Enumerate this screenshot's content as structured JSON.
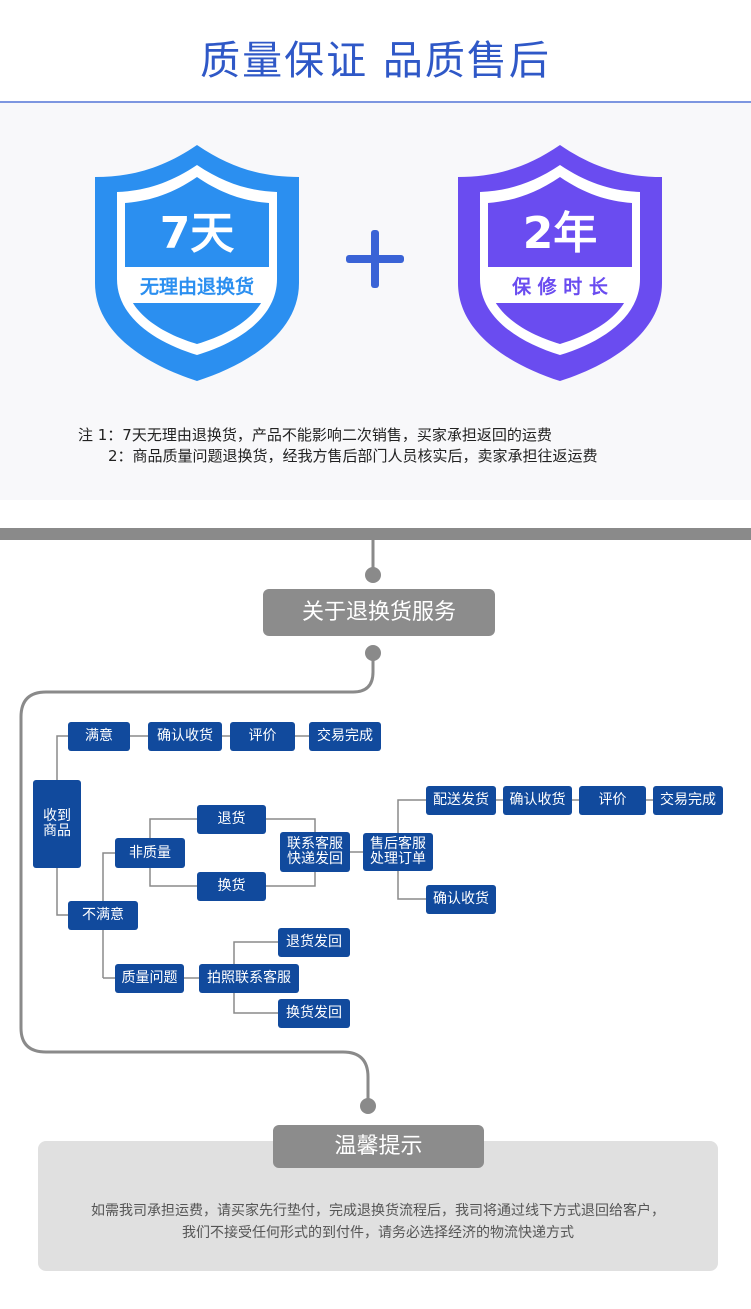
{
  "header": {
    "title": "质量保证  品质售后"
  },
  "guarantee": {
    "left_shield": {
      "big": "7天",
      "small": "无理由退换货",
      "color": "#2b8ff0"
    },
    "right_shield": {
      "big": "2年",
      "small": "保 修 时 长",
      "color": "#6a4cf0"
    },
    "plus_color": "#3a63d6"
  },
  "notes": {
    "line1": "注  1：7天无理由退换货，产品不能影响二次销售，买家承担返回的运费",
    "line2": "2：商品质量问题退换货，经我方售后部门人员核实后，卖家承担往返运费"
  },
  "process": {
    "section_title": "关于退换货服务",
    "received": "收到\n商品",
    "satisfied": "满意",
    "sat_confirm": "确认收货",
    "sat_review": "评价",
    "sat_done": "交易完成",
    "unsatisfied": "不满意",
    "non_quality": "非质量",
    "return": "退货",
    "exchange": "换货",
    "contact_ship": "联系客服\n快递发回",
    "after_sales": "售后客服\n处理订单",
    "deliver": "配送发货",
    "deliver_confirm": "确认收货",
    "deliver_review": "评价",
    "deliver_done": "交易完成",
    "confirm_receipt": "确认收货",
    "quality_issue": "质量问题",
    "photo_contact": "拍照联系客服",
    "return_back": "退货发回",
    "exchange_back": "换货发回",
    "box_color": "#114a9d"
  },
  "tips": {
    "title": "温馨提示",
    "line1": "如需我司承担运费，请买家先行垫付，完成退换货流程后，我司将通过线下方式退回给客户，",
    "line2": "我们不接受任何形式的到付件，请务必选择经济的物流快递方式"
  }
}
